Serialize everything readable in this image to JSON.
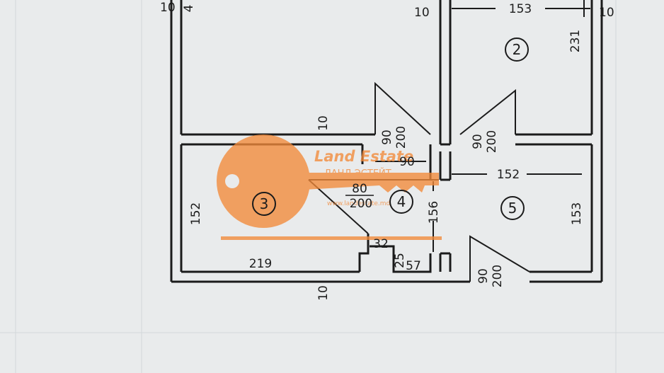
{
  "dimensions": {
    "top_left_wall": "10",
    "top_left_partial": "4",
    "top_mid_wall": "10",
    "room2_width": "153",
    "top_right_wall": "10",
    "room2_height": "231",
    "upper_divider_wall": "10",
    "door_room3": {
      "w": "90",
      "h": "200"
    },
    "door_room2": {
      "w": "90",
      "h": "200"
    },
    "hall_width": "90",
    "room5_width": "152",
    "door_room4": {
      "w": "80",
      "h": "200"
    },
    "room3_height": "152",
    "room4_height": "156",
    "room5_height": "153",
    "step_32": "32",
    "step_25": "25",
    "step_57": "57",
    "room3_width": "219",
    "door_room5": {
      "w": "90",
      "h": "200"
    },
    "bottom_wall": "10"
  },
  "rooms": {
    "r2": "2",
    "r3": "3",
    "r4": "4",
    "r5": "5"
  },
  "watermark": {
    "brand": "Land Estate",
    "sub": "ЛАНД ЭСТЕЙТ",
    "url": "www.landestate.md"
  },
  "colors": {
    "watermark": "#f28a3a",
    "ink": "#1b1b1b",
    "paper": "#e9ebec"
  }
}
